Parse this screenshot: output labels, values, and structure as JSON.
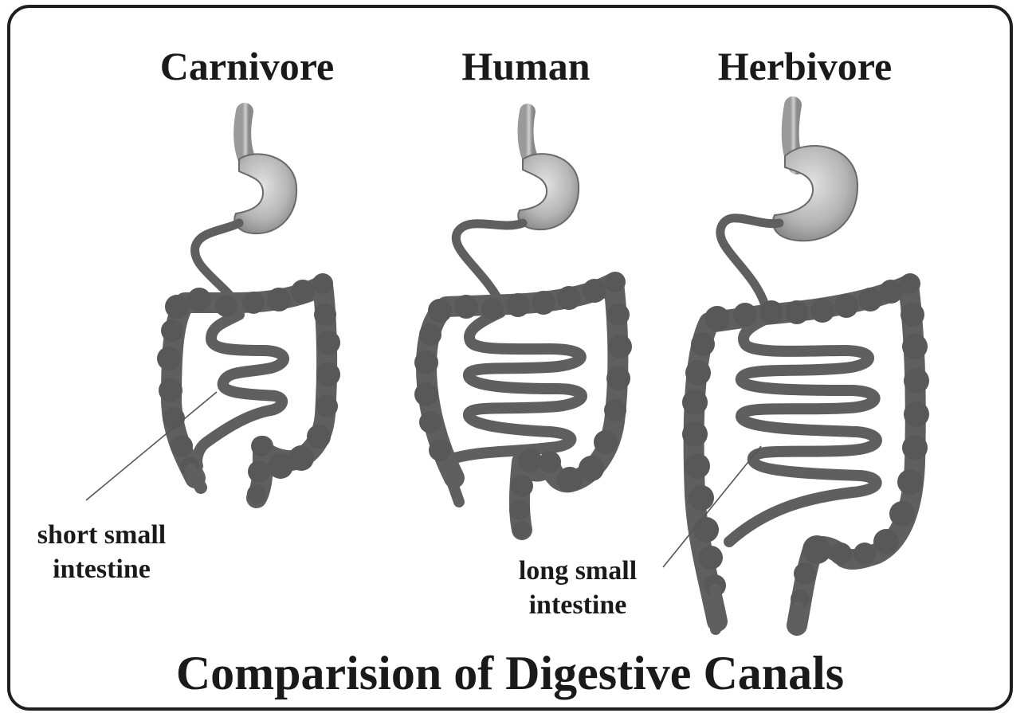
{
  "titles": {
    "carnivore": "Carnivore",
    "human": "Human",
    "herbivore": "Herbivore"
  },
  "labels": {
    "short_line1": "short small",
    "short_line2": "intestine",
    "long_line1": "long small",
    "long_line2": "intestine"
  },
  "caption": "Comparision of Digestive Canals",
  "colors": {
    "organ": "#5f5f5f",
    "organ_dark": "#3c3c3c",
    "stomach_light": "#d8d8d8",
    "stomach_dark": "#8a8a8a",
    "text": "#1a1a1a",
    "frame": "#1e1e1e"
  }
}
